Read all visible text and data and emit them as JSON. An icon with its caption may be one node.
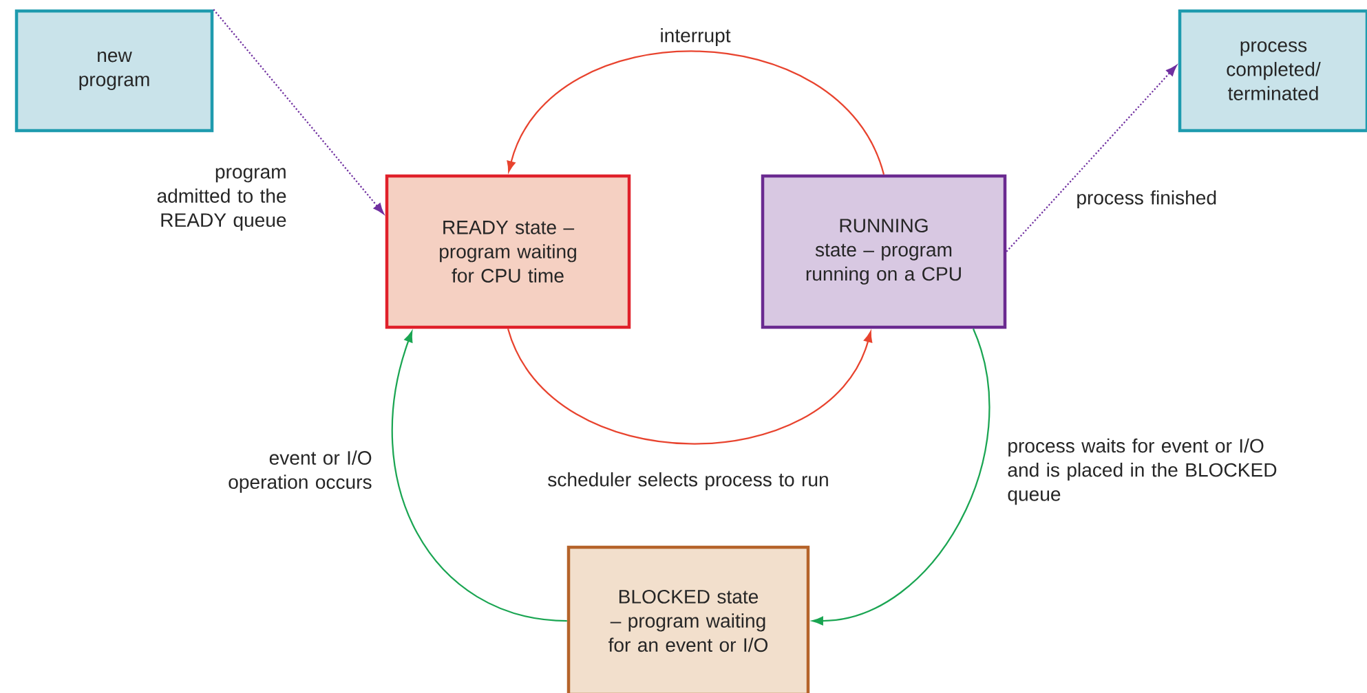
{
  "diagram": {
    "nodes": [
      {
        "text": [
          "new program"
        ]
      },
      {
        "text": [
          "READY state – program waiting for CPU time"
        ]
      },
      {
        "text": [
          "RUNNING state – program running on a CPU"
        ]
      },
      {
        "text": [
          "process completed/ terminated"
        ]
      },
      {
        "text": [
          "BLOCKED state – program waiting for an event or I/O"
        ]
      }
    ],
    "edges": [
      {
        "from": 0,
        "to": 1,
        "arrow": "to",
        "label": "program admitted to the READY queue",
        "style": "dashed",
        "color": "#7030a0"
      },
      {
        "from": 2,
        "to": 1,
        "arrow": "to",
        "label": "interrupt",
        "color": "#e8432e"
      },
      {
        "from": 1,
        "to": 2,
        "arrow": "to",
        "label": "scheduler selects process to run",
        "color": "#e8432e"
      },
      {
        "from": 2,
        "to": 4,
        "arrow": "to",
        "label": "process waits for event or I/O and is placed in the BLOCKED queue",
        "color": "#1aa552"
      },
      {
        "from": 4,
        "to": 1,
        "arrow": "to",
        "label": "event or I/O operation occurs",
        "color": "#1aa552"
      },
      {
        "from": 2,
        "to": 3,
        "arrow": "to",
        "label": "process finished",
        "style": "dashed",
        "color": "#7030a0"
      }
    ]
  }
}
